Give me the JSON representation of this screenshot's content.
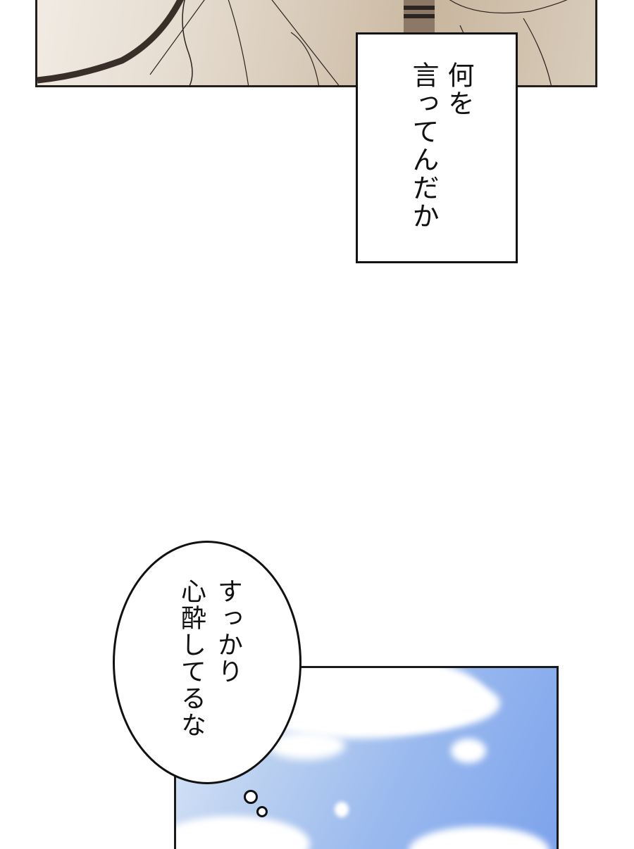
{
  "panels": {
    "top": {
      "description": "manga panel with sepia-toned illustration of character clothing",
      "border_color": "#231f1c"
    },
    "sky": {
      "description": "blue sky with white clouds",
      "sky_color": "#8eaef0",
      "border_color": "#1a1a1a"
    }
  },
  "caption_box": {
    "text": "言ってんだか何を",
    "lines": [
      "何を",
      "言ってんだか"
    ]
  },
  "thought_bubble": {
    "lines": [
      "すっかり",
      "心酔してるな"
    ]
  }
}
